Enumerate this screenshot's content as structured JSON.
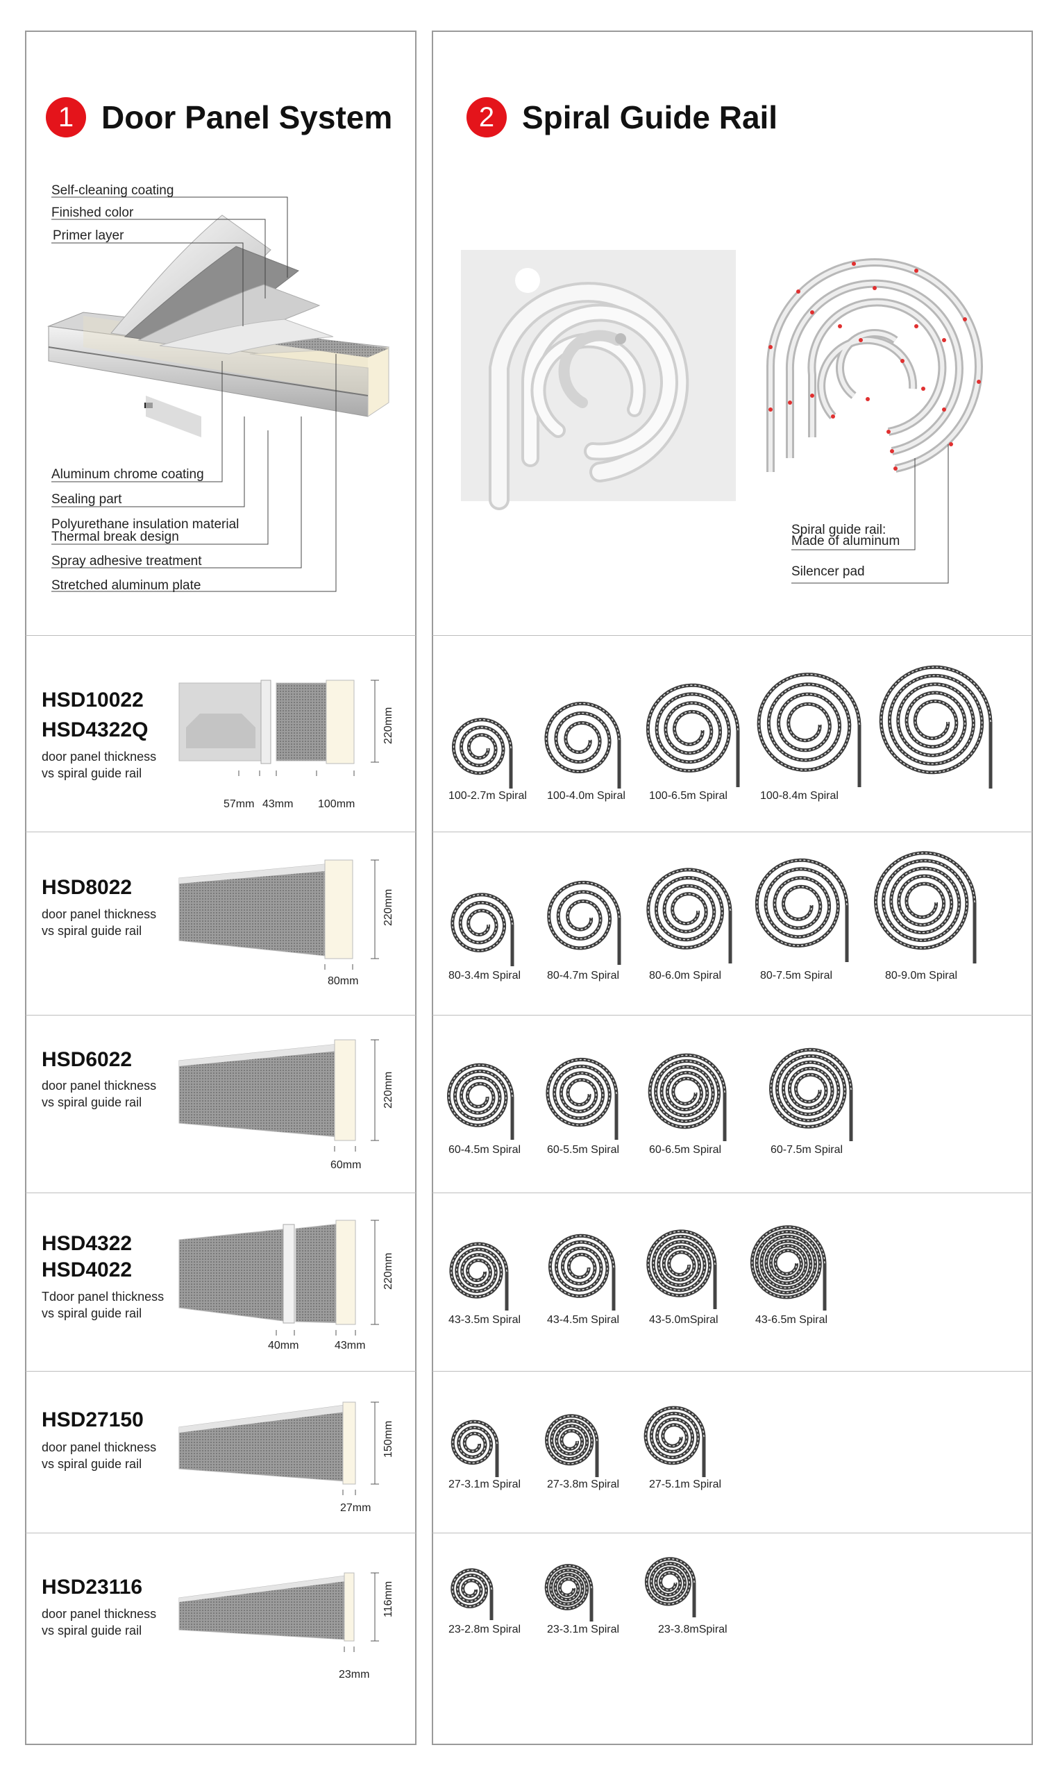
{
  "colors": {
    "accent": "#e4141b",
    "frame": "#9a9a9a",
    "divider": "#bdbdbd"
  },
  "section1": {
    "number": "1",
    "title": "Door Panel System",
    "labels_top": [
      "Self-cleaning coating",
      "Finished color",
      "Primer layer"
    ],
    "labels_bottom": [
      "Aluminum chrome coating",
      "Sealing part",
      "Polyurethane insulation material",
      "Thermal break design",
      "Spray adhesive treatment",
      "Stretched aluminum plate"
    ]
  },
  "section2": {
    "number": "2",
    "title": "Spiral Guide Rail",
    "label_rail_1": "Spiral guide rail:",
    "label_rail_2": "Made of aluminum",
    "label_pad": "Silencer pad"
  },
  "rows": [
    {
      "models": [
        "HSD10022",
        "HSD4322Q"
      ],
      "desc": [
        "door panel thickness",
        "vs spiral guide rail"
      ],
      "height_label": "220mm",
      "dims": [
        "57mm",
        "43mm",
        "100mm"
      ],
      "spirals": [
        "100-2.7m Spiral",
        "100-4.0m Spiral",
        "100-6.5m Spiral",
        "100-8.4m Spiral",
        ""
      ]
    },
    {
      "models": [
        "HSD8022"
      ],
      "desc": [
        "door panel thickness",
        "vs spiral guide rail"
      ],
      "height_label": "220mm",
      "dims": [
        "80mm"
      ],
      "spirals": [
        "80-3.4m Spiral",
        "80-4.7m Spiral",
        "80-6.0m Spiral",
        "80-7.5m Spiral",
        "80-9.0m Spiral"
      ]
    },
    {
      "models": [
        "HSD6022"
      ],
      "desc": [
        "door panel thickness",
        "vs spiral guide rail"
      ],
      "height_label": "220mm",
      "dims": [
        "60mm"
      ],
      "spirals": [
        "60-4.5m Spiral",
        "60-5.5m Spiral",
        "60-6.5m Spiral",
        "60-7.5m Spiral"
      ]
    },
    {
      "models": [
        "HSD4322",
        "HSD4022"
      ],
      "desc": [
        "Tdoor panel thickness",
        "vs spiral guide rail"
      ],
      "height_label": "220mm",
      "dims": [
        "40mm",
        "43mm"
      ],
      "spirals": [
        "43-3.5m Spiral",
        "43-4.5m Spiral",
        "43-5.0mSpiral",
        "43-6.5m Spiral"
      ]
    },
    {
      "models": [
        "HSD27150"
      ],
      "desc": [
        "door panel thickness",
        "vs spiral guide rail"
      ],
      "height_label": "150mm",
      "dims": [
        "27mm"
      ],
      "spirals": [
        "27-3.1m Spiral",
        "27-3.8m Spiral",
        "27-5.1m Spiral"
      ]
    },
    {
      "models": [
        "HSD23116"
      ],
      "desc": [
        "door panel thickness",
        "vs spiral guide rail"
      ],
      "height_label": "116mm",
      "dims": [
        "23mm"
      ],
      "spirals": [
        "23-2.8m Spiral",
        "23-3.1m Spiral",
        "23-3.8mSpiral"
      ]
    }
  ]
}
